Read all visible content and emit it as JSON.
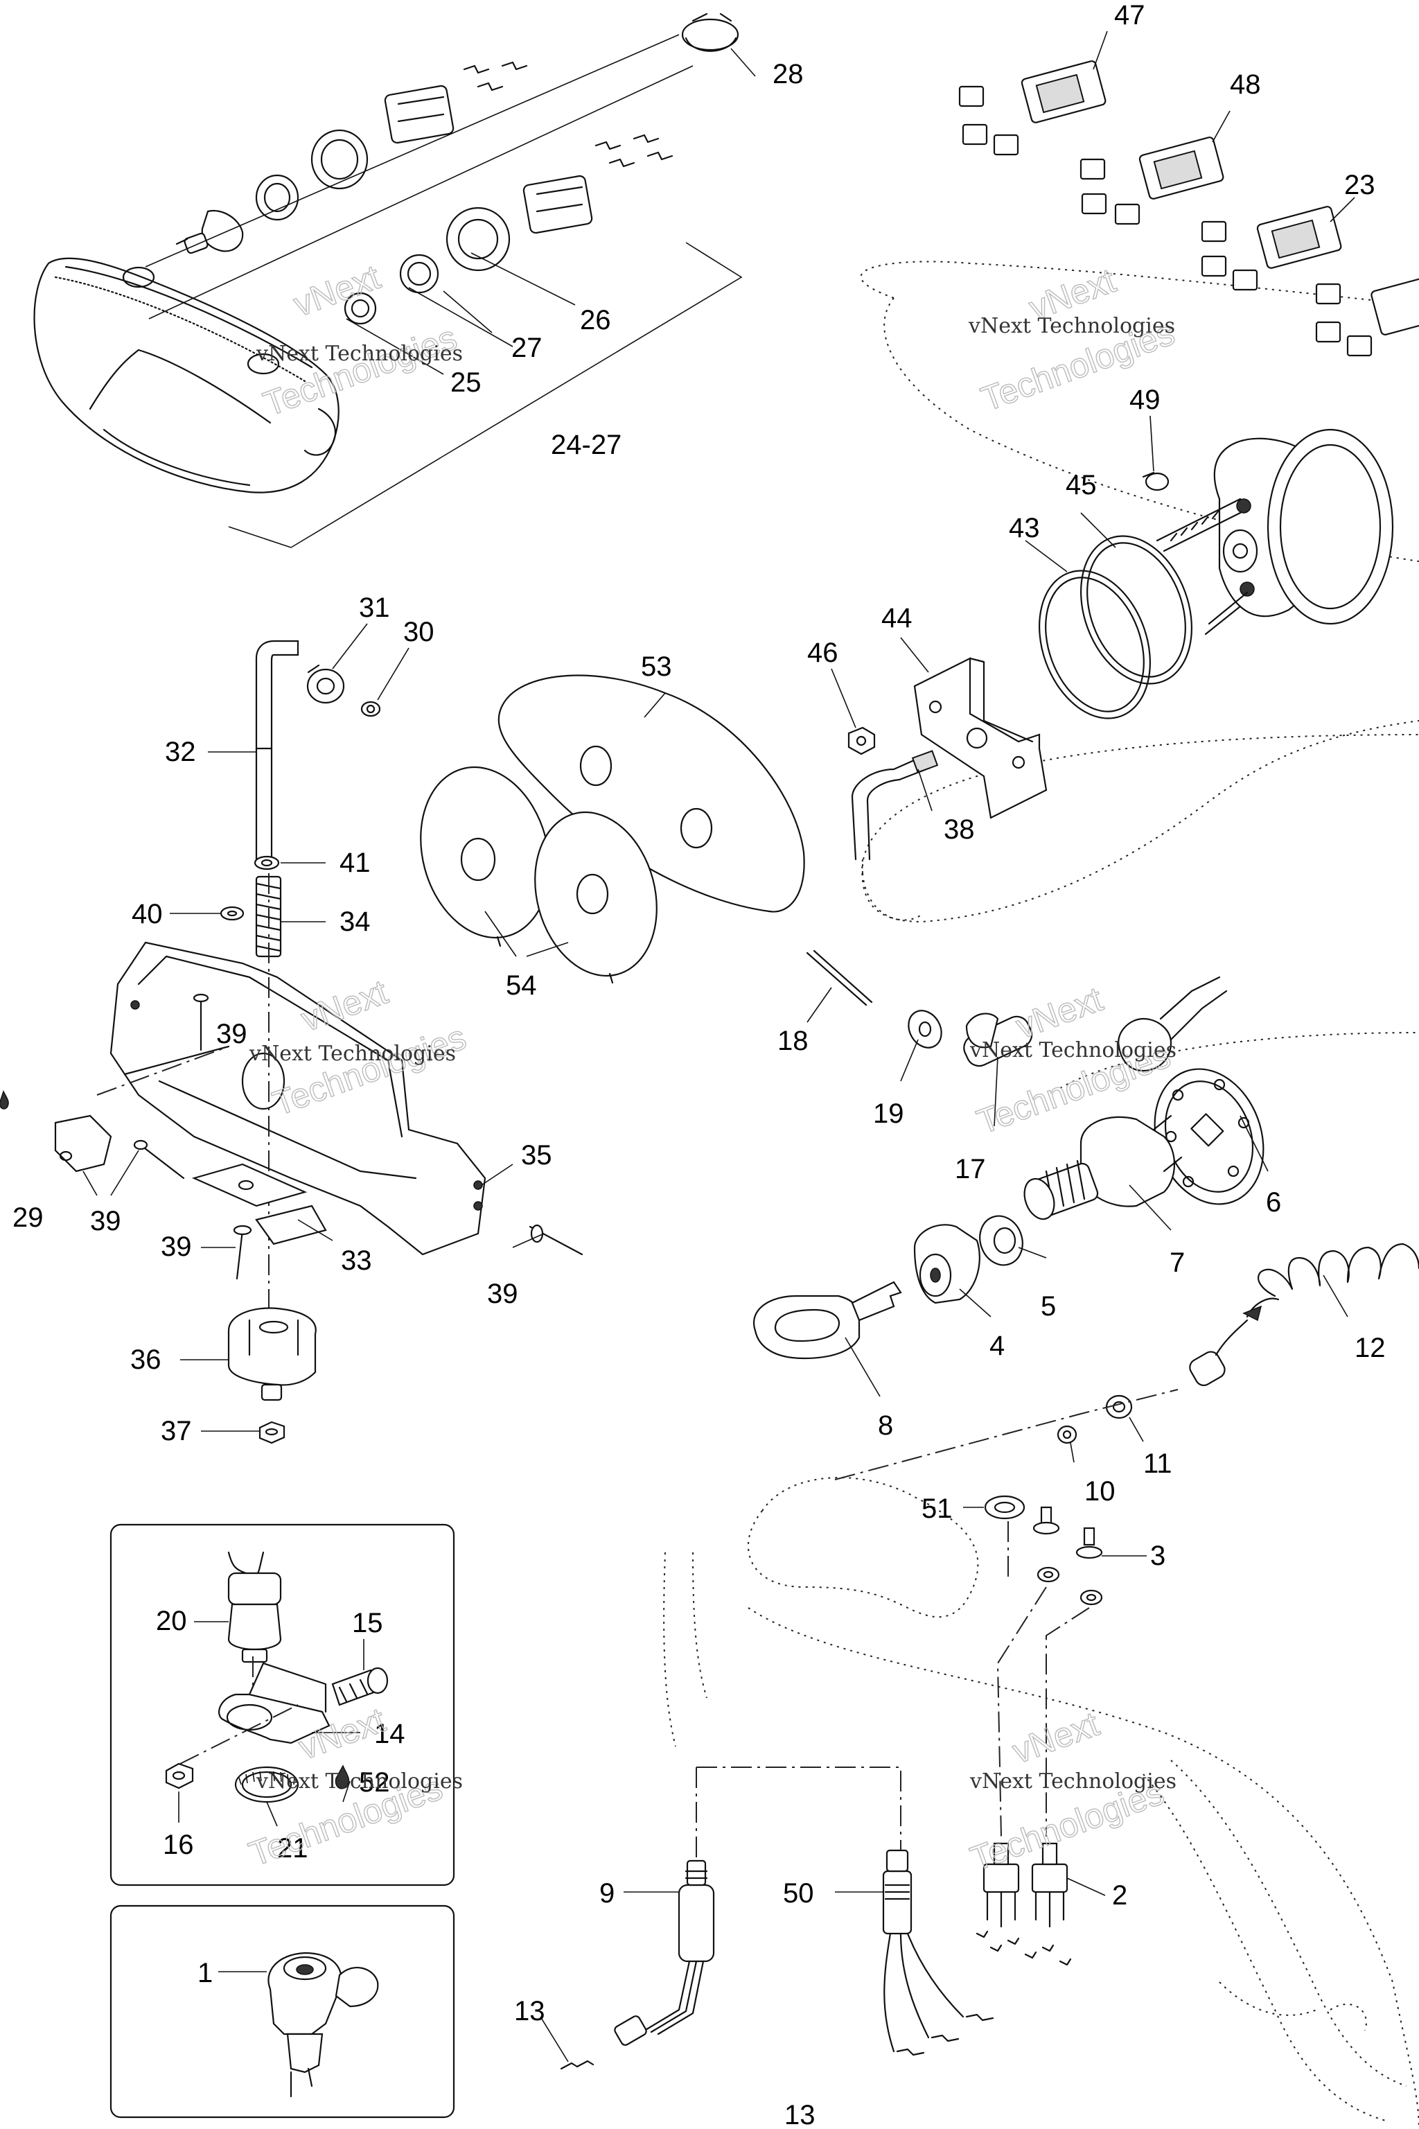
{
  "watermark": {
    "line1": "vNext Technologies",
    "line2": "Technologies",
    "line3": "vNext"
  },
  "callouts": {
    "c1": "1",
    "c2": "2",
    "c3": "3",
    "c4": "4",
    "c5": "5",
    "c6": "6",
    "c7": "7",
    "c8": "8",
    "c9": "9",
    "c10": "10",
    "c11": "11",
    "c12": "12",
    "c13a": "13",
    "c13b": "13",
    "c14": "14",
    "c15": "15",
    "c16": "16",
    "c17": "17",
    "c18": "18",
    "c19": "19",
    "c20": "20",
    "c21": "21",
    "c23": "23",
    "c24_27": "24-27",
    "c25": "25",
    "c26": "26",
    "c27": "27",
    "c28": "28",
    "c29": "29",
    "c30": "30",
    "c31": "31",
    "c32": "32",
    "c33": "33",
    "c34": "34",
    "c35": "35",
    "c36": "36",
    "c37": "37",
    "c39a": "39",
    "c39b": "39",
    "c39c": "39",
    "c39d": "39",
    "c40": "40",
    "c41": "41",
    "c43": "43",
    "c44": "44",
    "c45": "45",
    "c46": "46",
    "c47": "47",
    "c48": "48",
    "c49": "49",
    "c50": "50",
    "c51": "51",
    "c52": "52",
    "c53": "53",
    "c54": "54",
    "c38": "38"
  }
}
